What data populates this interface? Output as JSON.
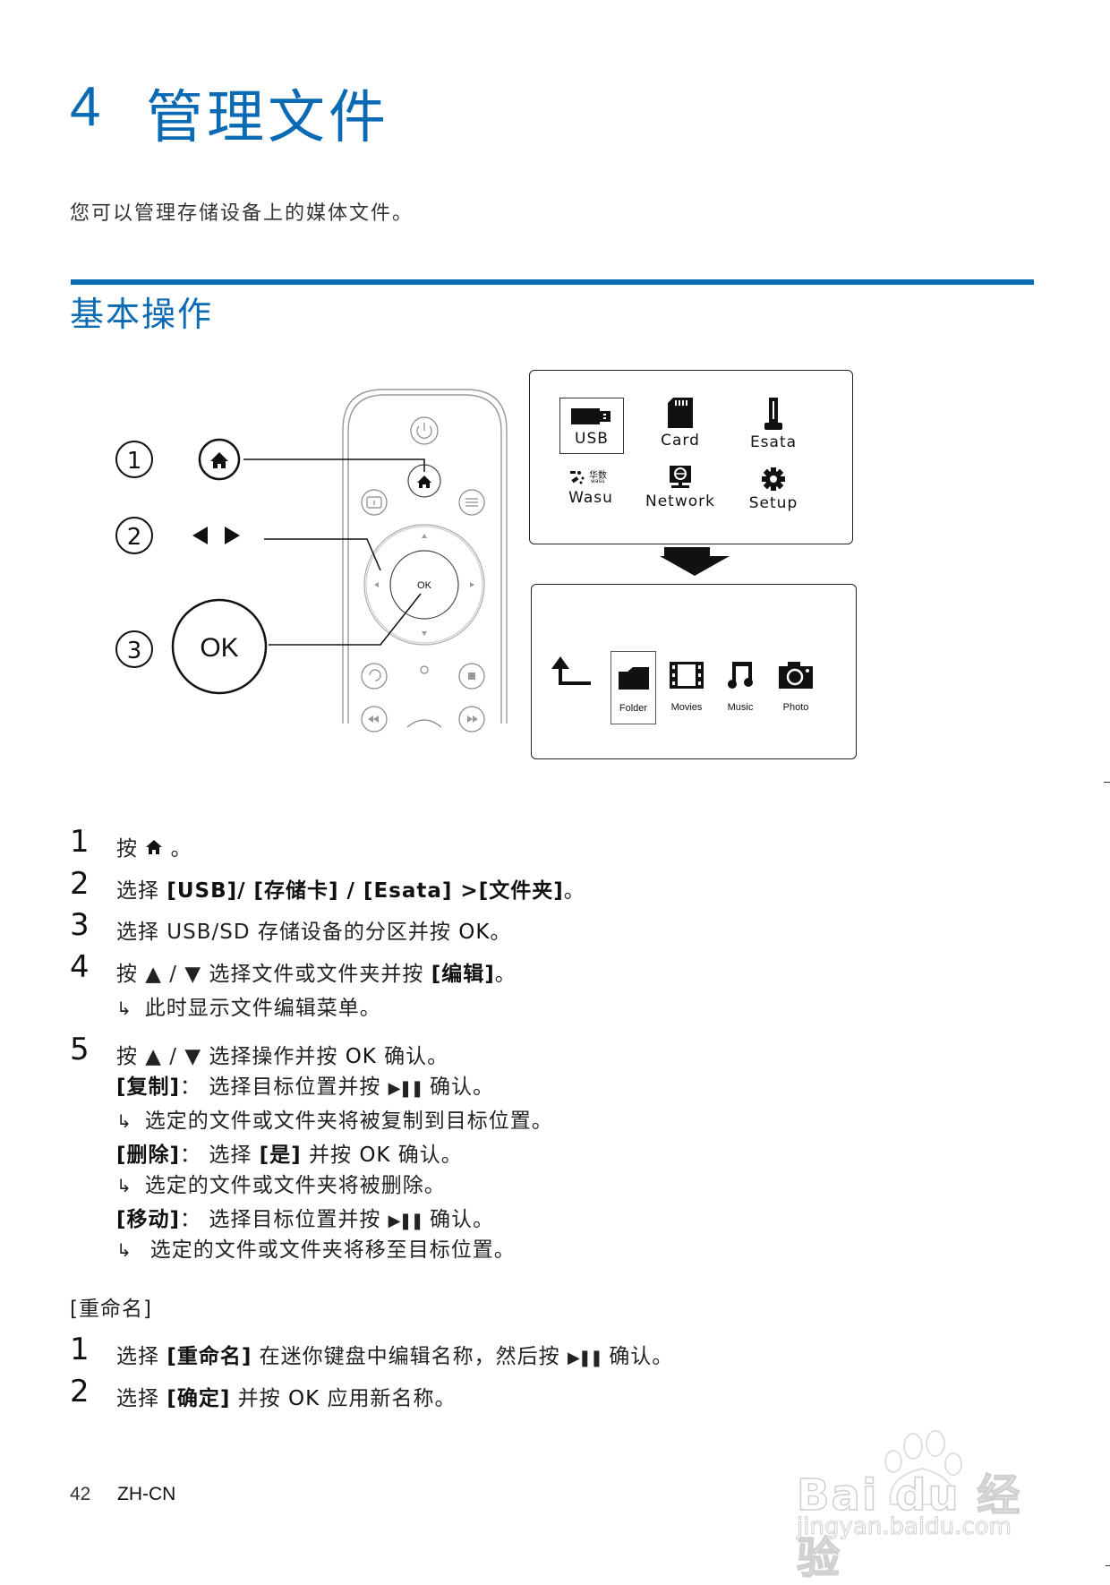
{
  "header": {
    "chapter_number": "4",
    "chapter_title": "管理文件",
    "intro": "您可以管理存储设备上的媒体文件。",
    "section_title": "基本操作",
    "accent_color": "#0a6ab4"
  },
  "diagram": {
    "callouts": [
      {
        "number": "1",
        "key": "home-icon"
      },
      {
        "number": "2",
        "key": "◀ ▶"
      },
      {
        "number": "3",
        "key": "OK"
      }
    ],
    "remote": {
      "ok_label": "OK"
    },
    "home_menu": {
      "items": [
        {
          "label": "USB",
          "icon": "usb-icon",
          "selected": true
        },
        {
          "label": "Card",
          "icon": "sd-card-icon"
        },
        {
          "label": "Esata",
          "icon": "esata-icon"
        },
        {
          "label": "Wasu",
          "icon": "wasu-icon",
          "logo_text": "华数",
          "logo_sub": "wasu"
        },
        {
          "label": "Network",
          "icon": "network-icon"
        },
        {
          "label": "Setup",
          "icon": "gear-icon"
        }
      ]
    },
    "media_menu": {
      "items": [
        {
          "label": "",
          "icon": "back-arrow-icon"
        },
        {
          "label": "Folder",
          "icon": "folder-icon",
          "selected": true
        },
        {
          "label": "Movies",
          "icon": "film-icon"
        },
        {
          "label": "Music",
          "icon": "music-note-icon"
        },
        {
          "label": "Photo",
          "icon": "camera-icon"
        }
      ]
    }
  },
  "steps": [
    {
      "num": "1",
      "parts": [
        "按 ",
        "⌂",
        " 。"
      ]
    },
    {
      "num": "2",
      "pre": "选择 ",
      "bold": "[USB]/ [存储卡] / [Esata] >[文件夹]",
      "post": "。"
    },
    {
      "num": "3",
      "pre": "选择 USB/SD 存储设备的分区并按 ",
      "bold": "OK",
      "post": "。"
    },
    {
      "num": "4",
      "pre": "按 ▲ / ▼ 选择文件或文件夹并按 ",
      "bold": "[编辑]",
      "post": "。",
      "result": "此时显示文件编辑菜单。"
    },
    {
      "num": "5",
      "pre": "按 ▲ / ▼ 选择操作并按 ",
      "bold": "OK",
      "post": " 确认。"
    }
  ],
  "operations": [
    {
      "name": "[复制]",
      "instruction_pre": "：  选择目标位置并按 ",
      "instruction_key": "▶❚❚",
      "instruction_post": " 确认。",
      "result": "选定的文件或文件夹将被复制到目标位置。"
    },
    {
      "name": "[删除]",
      "instruction_pre": "：  选择 ",
      "instruction_bold": "[是]",
      "instruction_mid": " 并按 ",
      "instruction_key2": "OK",
      "instruction_post": " 确认。",
      "result": "选定的文件或文件夹将被删除。"
    },
    {
      "name": "[移动]",
      "instruction_pre": "：  选择目标位置并按 ",
      "instruction_key": "▶❚❚",
      "instruction_post": " 确认。",
      "result": "选定的文件或文件夹将移至目标位置。"
    }
  ],
  "rename": {
    "heading": "[重命名]",
    "steps": [
      {
        "num": "1",
        "pre": "选择 ",
        "bold": "[重命名]",
        "mid": " 在迷你键盘中编辑名称，然后按 ",
        "key": "▶❚❚",
        "post": " 确认。"
      },
      {
        "num": "2",
        "pre": "选择 ",
        "bold": "[确定]",
        "mid": " 并按 ",
        "key": "OK",
        "post": " 应用新名称。"
      }
    ]
  },
  "footer": {
    "page_number": "42",
    "language": "ZH-CN"
  },
  "watermark": {
    "brand": "Bai du 经验",
    "url": "jingyan.baidu.com"
  },
  "result_arrow": "↳"
}
